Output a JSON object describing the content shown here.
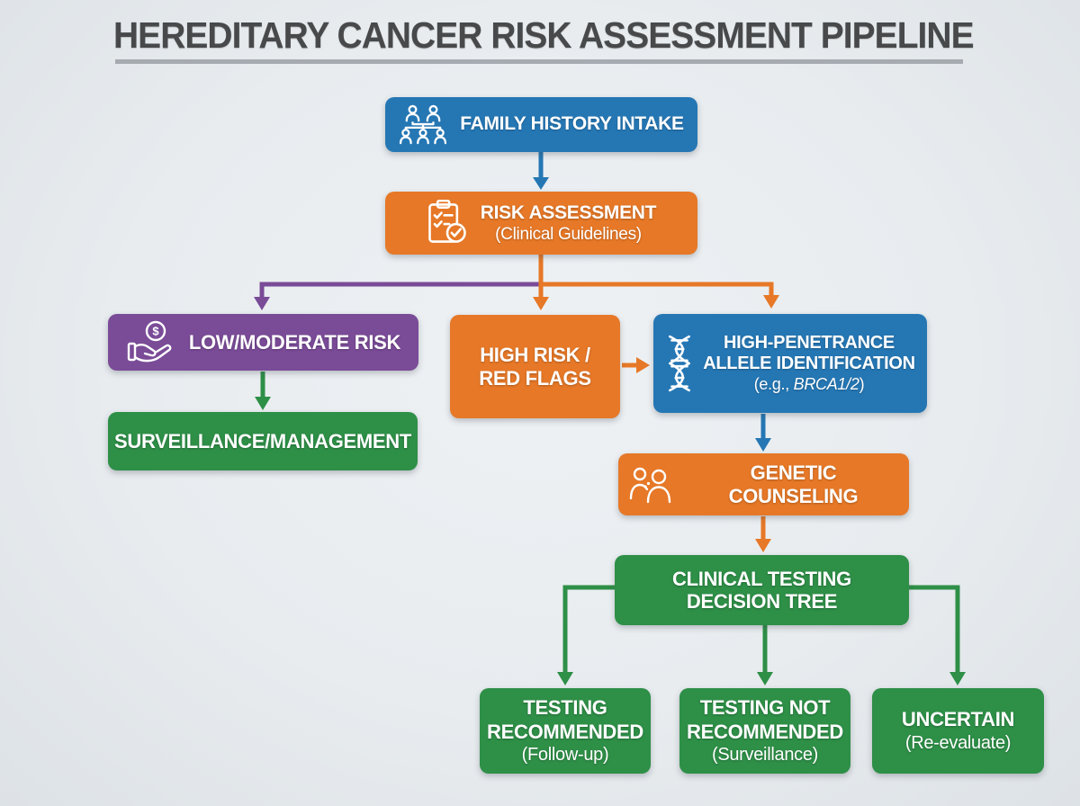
{
  "title": "HEREDITARY CANCER RISK ASSESSMENT PIPELINE",
  "palette": {
    "background": "#e9edf0",
    "blue": "#2577b4",
    "orange": "#e67827",
    "purple": "#7a4b97",
    "green": "#2e8f47",
    "title_text": "#47494b",
    "underline": "#a5abb0",
    "box_text": "#ffffff"
  },
  "nodes": {
    "family_history": {
      "label": "FAMILY HISTORY INTAKE",
      "icon": "family-pedigree-icon",
      "color": "#2577b4"
    },
    "risk_assessment": {
      "label": "RISK ASSESSMENT",
      "sublabel": "(Clinical Guidelines)",
      "icon": "clipboard-checklist-icon",
      "color": "#e67827"
    },
    "low_moderate_risk": {
      "label": "LOW/MODERATE RISK",
      "icon": "hand-coin-icon",
      "coin_symbol": "$",
      "color": "#7a4b97"
    },
    "high_risk": {
      "line1": "HIGH RISK /",
      "line2": "RED FLAGS",
      "color": "#e67827"
    },
    "high_penetrance": {
      "line1": "HIGH-PENETRANCE",
      "line2": "ALLELE IDENTIFICATION",
      "sub_prefix": "(e.g., ",
      "gene": "BRCA1/2",
      "sub_suffix": ")",
      "icon": "dna-helix-icon",
      "color": "#2577b4"
    },
    "surveillance": {
      "label": "SURVEILLANCE/MANAGEMENT",
      "color": "#2e8f47"
    },
    "genetic_counseling": {
      "label": "GENETIC COUNSELING",
      "icon": "counselor-patient-icon",
      "color": "#e67827"
    },
    "decision_tree": {
      "line1": "CLINICAL TESTING",
      "line2": "DECISION TREE",
      "color": "#2e8f47"
    },
    "testing_recommended": {
      "line1": "TESTING",
      "line2": "RECOMMENDED",
      "sublabel": "(Follow-up)",
      "color": "#2e8f47"
    },
    "testing_not_recommended": {
      "line1": "TESTING NOT",
      "line2": "RECOMMENDED",
      "sublabel": "(Surveillance)",
      "color": "#2e8f47"
    },
    "uncertain": {
      "line1": "UNCERTAIN",
      "sublabel": "(Re-evaluate)",
      "color": "#2e8f47"
    }
  }
}
